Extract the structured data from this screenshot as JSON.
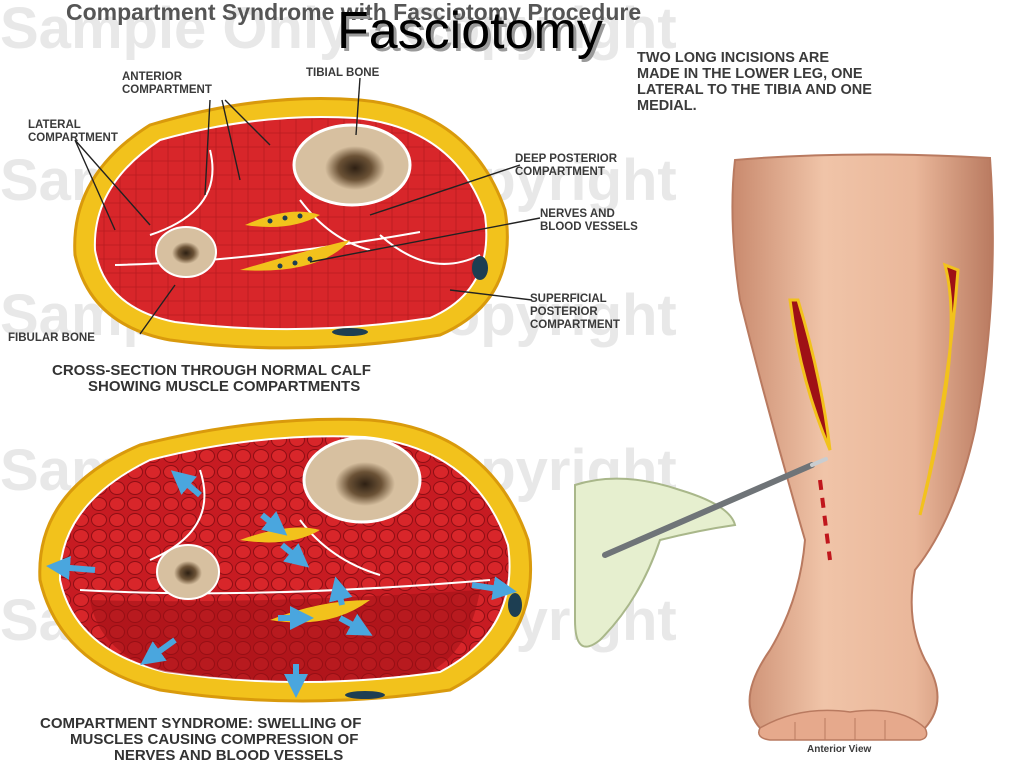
{
  "slide": {
    "title": "Fasciotomy"
  },
  "illustration": {
    "header": "Compartment Syndrome with Fasciotomy Procedure",
    "watermark": "Sample Only - Copyright",
    "incision_note": [
      "TWO LONG INCISIONS ARE",
      "MADE IN THE LOWER LEG, ONE",
      "LATERAL TO THE TIBIA AND ONE",
      "MEDIAL."
    ],
    "labels": {
      "anterior": [
        "ANTERIOR",
        "COMPARTMENT"
      ],
      "tibial": "TIBIAL BONE",
      "lateral": [
        "LATERAL",
        "COMPARTMENT"
      ],
      "deep_posterior": [
        "DEEP POSTERIOR",
        "COMPARTMENT"
      ],
      "nerves": [
        "NERVES AND",
        "BLOOD VESSELS"
      ],
      "superficial": [
        "SUPERFICIAL",
        "POSTERIOR",
        "COMPARTMENT"
      ],
      "fibular": "FIBULAR BONE"
    },
    "caption_normal": [
      "CROSS-SECTION THROUGH NORMAL CALF",
      "SHOWING MUSCLE COMPARTMENTS"
    ],
    "caption_syndrome": [
      "COMPARTMENT SYNDROME: SWELLING OF",
      "MUSCLES CAUSING COMPRESSION OF",
      "NERVES AND BLOOD VESSELS"
    ],
    "view_label": "Anterior View"
  },
  "colors": {
    "muscle": "#d8262a",
    "muscle_dark": "#9e1016",
    "fat": "#f2c21c",
    "fat_edge": "#d99a0c",
    "bone": "#d7c0a0",
    "marrow": "#4a3520",
    "skin": "#eab79a",
    "skin_shadow": "#c98a6e",
    "arrow": "#4aa6de",
    "vessel": "#1d3e52",
    "glove": "#e6efcf"
  }
}
